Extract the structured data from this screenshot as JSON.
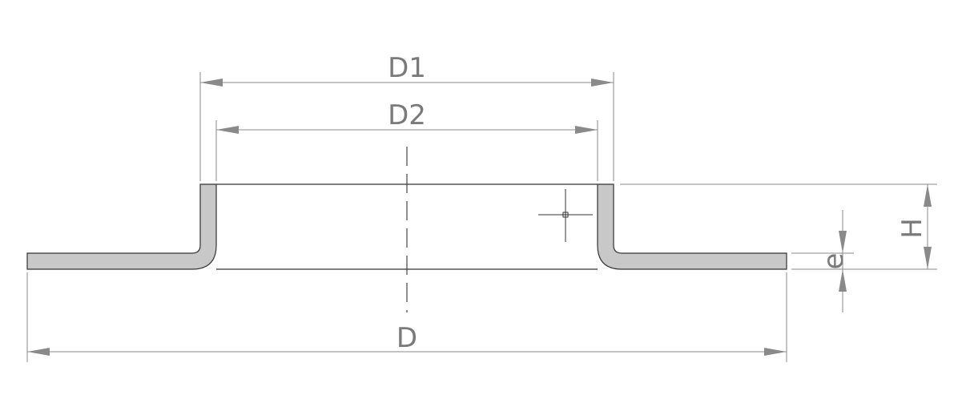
{
  "labels": {
    "d1": "D1",
    "d2": "D2",
    "d": "D",
    "h": "H",
    "e": "e"
  },
  "colors": {
    "part_fill": "#c8c8c8",
    "outline": "#333333",
    "dimension": "#8a8a8a",
    "text": "#7a7a7a"
  }
}
